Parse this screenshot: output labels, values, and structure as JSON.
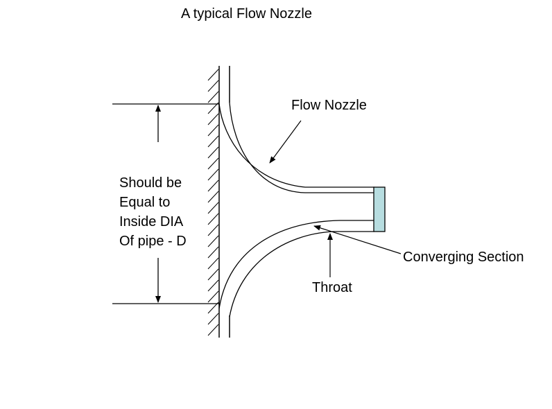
{
  "diagram": {
    "title": "A typical Flow Nozzle",
    "labels": {
      "flow_nozzle": "Flow Nozzle",
      "converging_section": "Converging Section",
      "throat": "Throat",
      "diameter_note": [
        "Should be",
        "Equal to",
        "Inside DIA",
        "Of pipe - D"
      ]
    },
    "colors": {
      "line": "#000000",
      "nozzle_tip_fill": "#b7dde0",
      "background": "#ffffff"
    },
    "components": [
      "pipe-wall-hatched",
      "flow-nozzle-upper-profile",
      "flow-nozzle-lower-profile",
      "nozzle-tip-block",
      "diameter-dimension-arrows"
    ]
  }
}
